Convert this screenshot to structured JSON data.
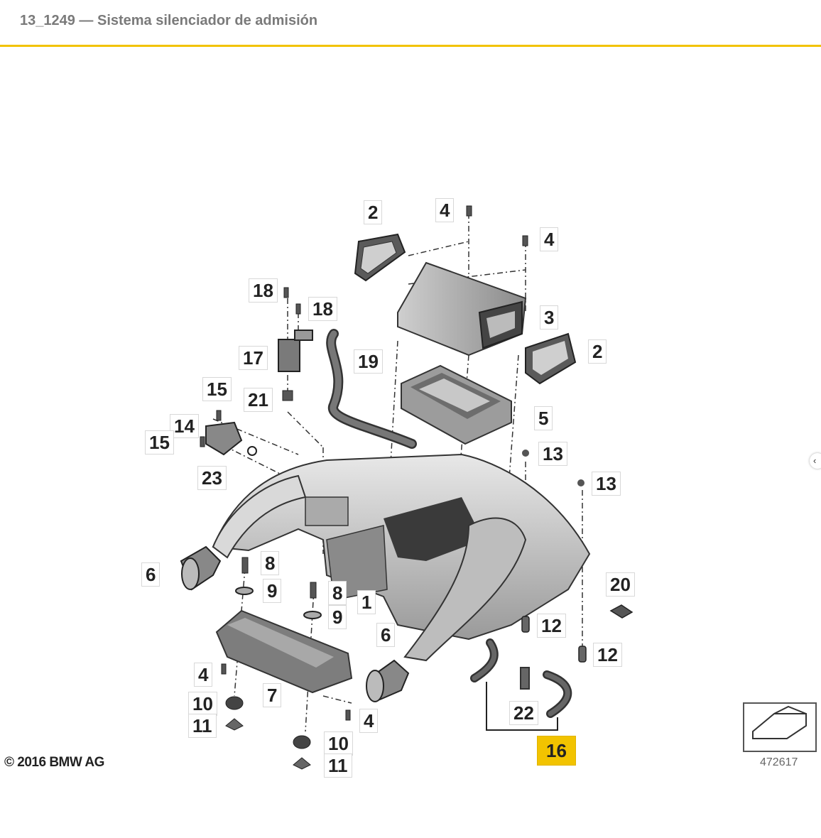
{
  "header": {
    "title": "13_1249 — Sistema silenciador de admisión"
  },
  "diagram": {
    "copyright": "© 2016 BMW AG",
    "image_number": "472617",
    "highlight_color": "#f2c300",
    "labels": [
      "2",
      "4",
      "4",
      "18",
      "18",
      "3",
      "2",
      "17",
      "19",
      "21",
      "15",
      "5",
      "14",
      "15",
      "13",
      "23",
      "13",
      "6",
      "8",
      "9",
      "1",
      "8",
      "9",
      "20",
      "6",
      "12",
      "12",
      "4",
      "7",
      "22",
      "10",
      "11",
      "4",
      "10",
      "11",
      "16"
    ]
  },
  "controls": {
    "collapse_icon": "‹"
  }
}
